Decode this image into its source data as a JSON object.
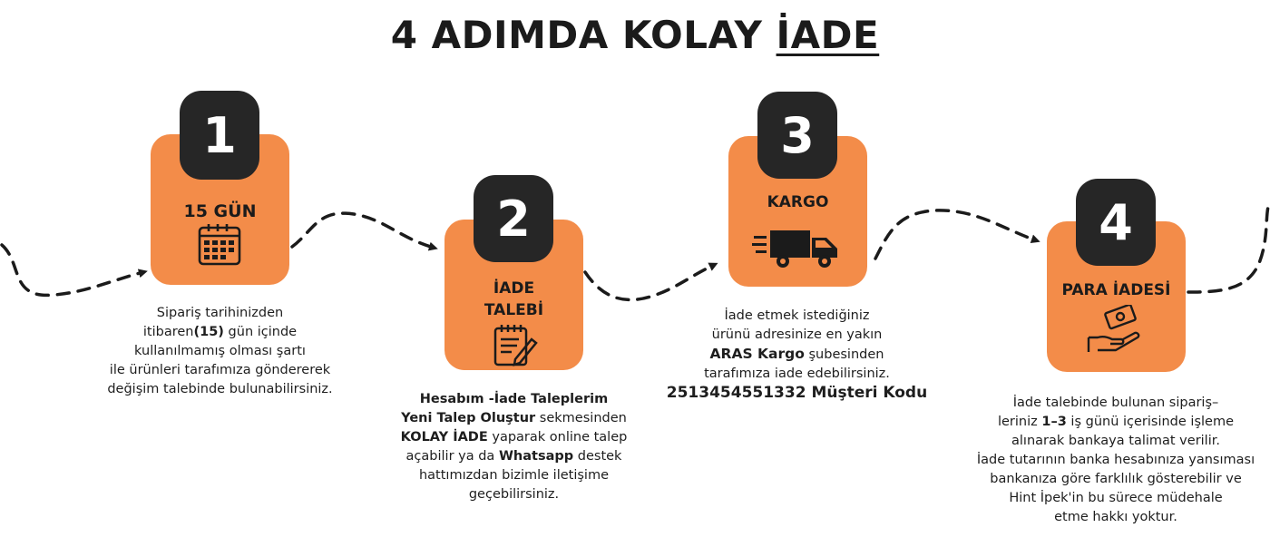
{
  "title": {
    "main": "4 ADIMDA KOLAY ",
    "underlined": "İADE"
  },
  "steps": [
    {
      "number": "1",
      "label": "15 GÜN",
      "icon": "calendar-icon",
      "lines": [
        "Sipariş tarihinizden",
        "itibaren",
        "(15)",
        " gün içinde",
        "kullanılmamış olması şartı",
        "ile ürünleri tarafımıza göndererek",
        "değişim talebinde bulunabilirsiniz."
      ]
    },
    {
      "number": "2",
      "label_line1": "İADE",
      "label_line2": "TALEBİ",
      "icon": "notepad-pencil-icon",
      "lines": [
        "Hesabım -İade Taleplerim",
        "Yeni Talep Oluştur",
        " sekmesinden",
        "KOLAY İADE",
        " yaparak online talep",
        "açabilir ya da ",
        "Whatsapp",
        " destek",
        "hattımızdan bizimle iletişime",
        "geçebilirsiniz."
      ]
    },
    {
      "number": "3",
      "label": "KARGO",
      "icon": "delivery-truck-icon",
      "lines": [
        "İade etmek istediğiniz",
        "ürünü adresinize en yakın",
        "ARAS Kargo",
        " şubesinden",
        "tarafımıza iade edebilirsiniz.",
        "2513454551332 Müşteri Kodu"
      ]
    },
    {
      "number": "4",
      "label": "PARA İADESİ",
      "icon": "money-hand-icon",
      "lines": [
        "İade talebinde bulunan sipariş–",
        "leriniz ",
        "1–3",
        " iş günü içerisinde işleme",
        "alınarak bankaya talimat verilir.",
        "İade tutarının banka hesabınıza yansıması",
        "bankanıza göre farklılık gösterebilir ve",
        "Hint İpek'in bu sürece müdehale",
        "etme hakkı yoktur."
      ]
    }
  ],
  "colors": {
    "card": "#f38c49",
    "badge": "#262626",
    "text": "#1e1e1e"
  }
}
